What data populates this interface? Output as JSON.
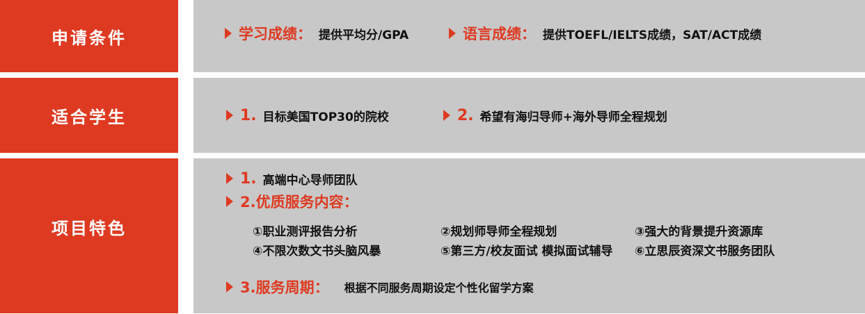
{
  "colors": {
    "red": "#de3a21",
    "gray": "#c8c8c8",
    "black": "#111111"
  },
  "sections": [
    {
      "title": "申请条件",
      "items": [
        {
          "label": "学习成绩：",
          "desc": "提供平均分/GPA"
        },
        {
          "label": "语言成绩：",
          "desc": "提供TOEFL/IELTS成绩，SAT/ACT成绩"
        }
      ]
    },
    {
      "title": "适合学生",
      "items": [
        {
          "num": "1.",
          "desc": "目标美国TOP30的院校"
        },
        {
          "num": "2.",
          "desc": "希望有海归导师+海外导师全程规划"
        }
      ]
    },
    {
      "title": "项目特色",
      "line1": {
        "num": "1.",
        "desc": "高端中心导师团队"
      },
      "line2_label": "2.优质服务内容：",
      "service_grid": [
        "①职业测评报告分析",
        "②规划师导师全程规划",
        "③强大的背景提升资源库",
        "④不限次数文书头脑风暴",
        "⑤第三方/校友面试 模拟面试辅导",
        "⑥立思辰资深文书服务团队"
      ],
      "line3": {
        "label": "3.服务周期：",
        "desc": "根据不同服务周期设定个性化留学方案"
      }
    }
  ]
}
